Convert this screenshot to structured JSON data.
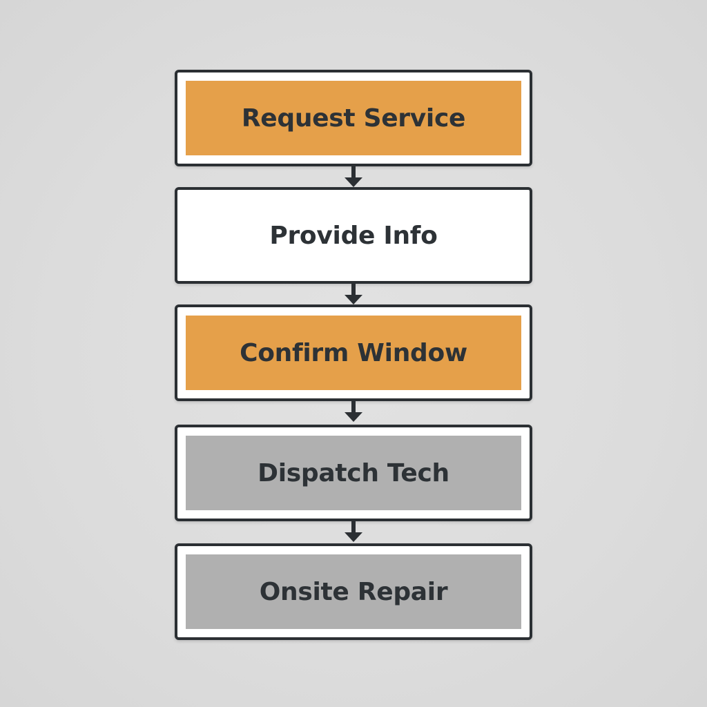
{
  "diagram": {
    "steps": [
      {
        "label": "Request Service",
        "fill": "#e5a04a"
      },
      {
        "label": "Provide Info",
        "fill": "#ffffff"
      },
      {
        "label": "Confirm Window",
        "fill": "#e5a04a"
      },
      {
        "label": "Dispatch Tech",
        "fill": "#b0b0b0"
      },
      {
        "label": "Onsite Repair",
        "fill": "#b0b0b0"
      }
    ],
    "colors": {
      "border": "#2b2f33",
      "text": "#2d3236",
      "arrow": "#2b2f33",
      "background": "#dcdcdc"
    },
    "connector_icon": "down-arrow-icon"
  }
}
